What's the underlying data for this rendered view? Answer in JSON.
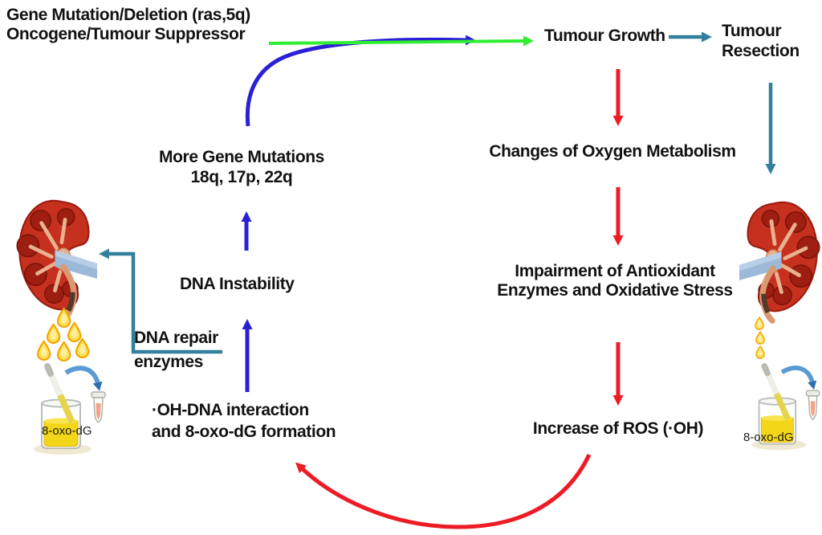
{
  "figure": {
    "colors": {
      "red": "#ee1b24",
      "blue": "#2a20d5",
      "green": "#2fee2f",
      "teal": "#337f9d",
      "text": "#121212",
      "bg": "#ffffff"
    },
    "labels": {
      "title_line1": "Gene Mutation/Deletion (ras,5q)",
      "title_line2": "Oncogene/Tumour Suppressor",
      "tumour_growth": "Tumour Growth",
      "tumour_resection_1": "Tumour",
      "tumour_resection_2": "Resection",
      "oxygen_metabolism": "Changes of Oxygen Metabolism",
      "impairment_1": "Impairment of Antioxidant",
      "impairment_2": "Enzymes and Oxidative Stress",
      "ros_increase": "Increase of ROS (·OH)",
      "mutations_1": "More Gene Mutations",
      "mutations_2": "18q, 17p, 22q",
      "dna_instability": "DNA Instability",
      "dna_repair_1": "DNA repair",
      "dna_repair_2": "enzymes",
      "oh_dna_1": "·OH-DNA interaction",
      "oh_dna_2": "and 8-oxo-dG formation",
      "biomarker_left": "8-oxo-dG",
      "biomarker_right": "8-oxo-dG"
    },
    "illustrations": {
      "left_kidney": "kidney-icon",
      "right_kidney": "kidney-icon",
      "left_droplets": "urine-droplets-icon",
      "right_droplets": "urine-droplets-icon",
      "left_urine_test": "dipstick-beaker-tube-icon",
      "right_urine_test": "dipstick-beaker-tube-icon"
    }
  }
}
